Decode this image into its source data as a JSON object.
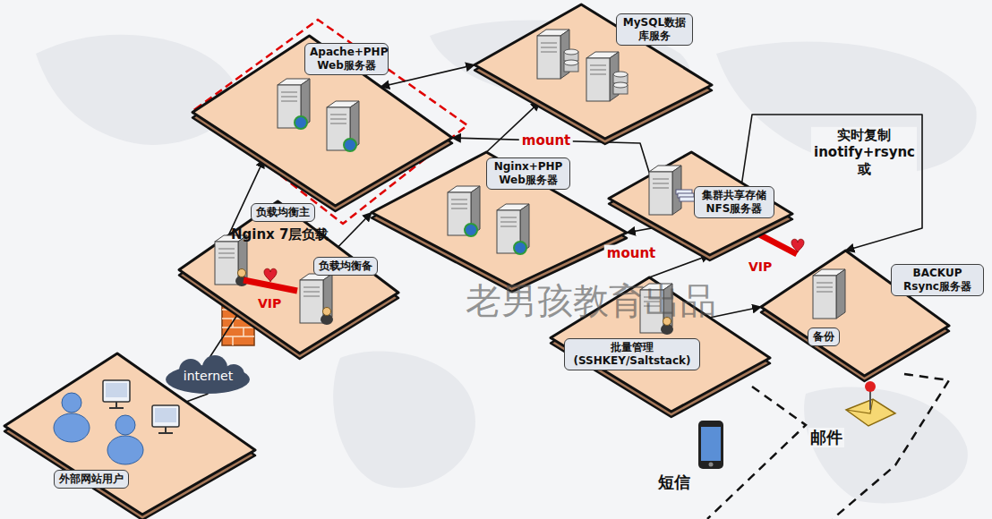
{
  "diagram": {
    "nodes": [
      {
        "text": [
          "Apache+PHP Web服务器"
        ]
      },
      {
        "text": [
          "MySQL数据库服务"
        ]
      },
      {
        "text": [
          "Nginx+PHP Web服务器"
        ]
      },
      {
        "text": [
          "集群共享存储 NFS服务器"
        ]
      },
      {
        "text": [
          "负载均衡主",
          "负载均衡备",
          "Nginx 7层负载",
          "VIP"
        ]
      },
      {
        "text": [
          "BACKUP Rsync服务器",
          "备份"
        ]
      },
      {
        "text": [
          "批量管理 (SSHKEY/Saltstack)"
        ]
      },
      {
        "text": [
          "internet"
        ]
      },
      {
        "text": [
          "外部网站用户"
        ]
      }
    ],
    "edges": [
      {
        "from": 4,
        "to": 0,
        "arrow": "to"
      },
      {
        "from": 4,
        "to": 2,
        "arrow": "to"
      },
      {
        "from": 0,
        "to": 1,
        "arrow": "both"
      },
      {
        "from": 2,
        "to": 1,
        "arrow": "to"
      },
      {
        "from": 3,
        "to": 0,
        "label": "mount",
        "arrow": "to"
      },
      {
        "from": 3,
        "to": 2,
        "label": "mount",
        "arrow": "to"
      },
      {
        "from": 3,
        "to": 5,
        "label": "实时复制 inotify+rsync 或",
        "arrow": "to"
      },
      {
        "from": 6,
        "to": 3,
        "arrow": "to"
      },
      {
        "from": 6,
        "to": 5,
        "arrow": "to"
      },
      {
        "from": 7,
        "to": 4,
        "arrow": "none"
      },
      {
        "from": 8,
        "to": 7,
        "arrow": "none"
      }
    ],
    "labels": [
      "VIP",
      "老男孩教育出品",
      "短信",
      "邮件"
    ]
  }
}
